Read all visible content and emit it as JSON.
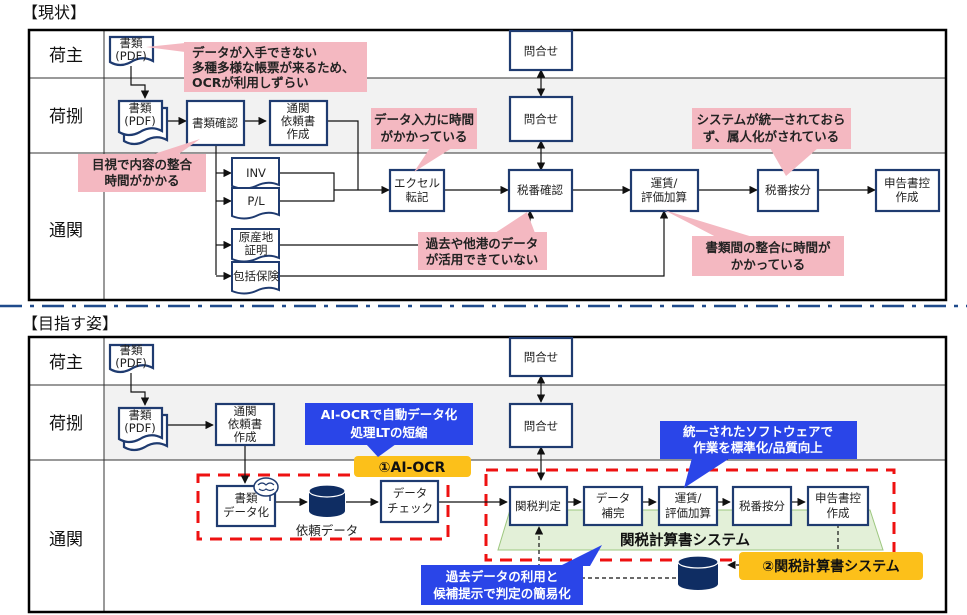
{
  "colors": {
    "box_border": "#1f3b70",
    "pink_callout": "#f4b8c1",
    "blue_callout": "#2a45e8",
    "yellow_tag": "#fcc01a",
    "red_dash": "#ee1111",
    "lane_gray": "#f2f2f2",
    "system_green": "#e3f0d8",
    "db_navy": "#0f2d63",
    "divider_blue": "#1f4b8c"
  },
  "current": {
    "title": "【現状】",
    "lanes": [
      "荷主",
      "荷捌",
      "通関"
    ],
    "nodes": {
      "shipper_doc": [
        "書類",
        "(PDF)"
      ],
      "handler_doc": [
        "書類",
        "(PDF)"
      ],
      "doc_check": [
        "書類確認"
      ],
      "request_create": [
        "通関",
        "依頼書",
        "作成"
      ],
      "inquiry_shipper": [
        "問合せ"
      ],
      "inquiry_handler": [
        "問合せ"
      ],
      "inv": [
        "INV"
      ],
      "pl": [
        "P/L"
      ],
      "origin_cert": [
        "原産地",
        "証明"
      ],
      "blanket_insurance": [
        "包括保険"
      ],
      "excel_entry": [
        "エクセル",
        "転記"
      ],
      "hs_check": [
        "税番確認"
      ],
      "freight_valuation": [
        "運賃/",
        "評価加算"
      ],
      "hs_allocation": [
        "税番按分"
      ],
      "declaration_copy": [
        "申告書控",
        "作成"
      ]
    },
    "callouts": {
      "no_data": [
        "データが入手できない",
        "多種多様な帳票が来るため、",
        "OCRが利用しずらい"
      ],
      "visual_check": [
        "目視で内容の整合",
        "時間がかかる"
      ],
      "data_entry": [
        "データ入力に時間",
        "がかかっている"
      ],
      "not_unified": [
        "システムが統一されておら",
        "ず、属人化がされている"
      ],
      "past_data": [
        "過去や他港のデータ",
        "が活用できていない"
      ],
      "doc_consistency": [
        "書類間の整合に時間が",
        "かかっている"
      ]
    }
  },
  "future": {
    "title": "【目指す姿】",
    "lanes": [
      "荷主",
      "荷捌",
      "通関"
    ],
    "nodes": {
      "shipper_doc": [
        "書類",
        "(PDF)"
      ],
      "handler_doc": [
        "書類",
        "(PDF)"
      ],
      "request_create": [
        "通関",
        "依頼書",
        "作成"
      ],
      "inquiry_shipper": [
        "問合せ"
      ],
      "inquiry_handler": [
        "問合せ"
      ],
      "doc_digitize": [
        "書類",
        "データ化"
      ],
      "request_data": "依頼データ",
      "data_check": [
        "データ",
        "チェック"
      ],
      "tariff_judgement": [
        "関税判定"
      ],
      "data_complement": [
        "データ",
        "補完"
      ],
      "freight_valuation": [
        "運賃/",
        "評価加算"
      ],
      "hs_allocation": [
        "税番按分"
      ],
      "declaration_copy": [
        "申告書控",
        "作成"
      ]
    },
    "system_label": "関税計算書システム",
    "tags": {
      "ai_ocr": "①AI-OCR",
      "tariff_system": "②関税計算書システム"
    },
    "callouts": {
      "ai_ocr": [
        "AI-OCRで自動データ化",
        "処理LTの短縮"
      ],
      "unified_software": [
        "統一されたソフトウェアで",
        "作業を標準化/品質向上"
      ],
      "past_data": [
        "過去データの利用と",
        "候補提示で判定の簡易化"
      ]
    }
  }
}
